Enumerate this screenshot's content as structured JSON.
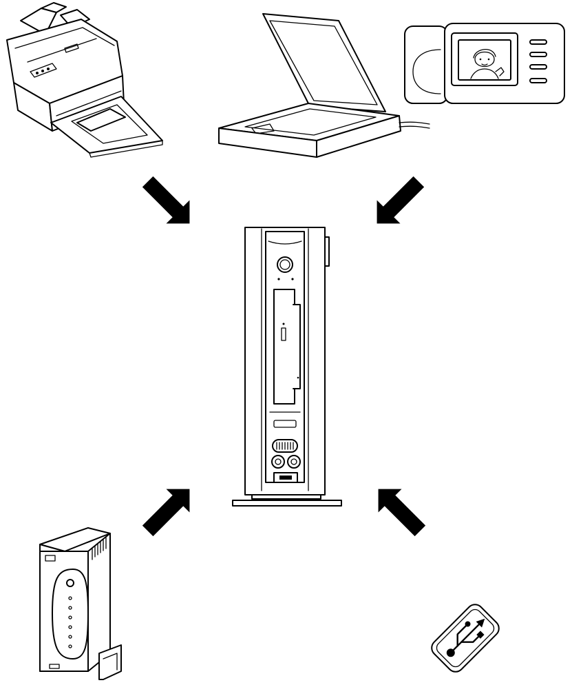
{
  "diagram": {
    "type": "usb-connection-illustration",
    "hub": "desktop-pc-tower",
    "devices": [
      {
        "name": "printer",
        "position": "top-left",
        "connects_to": "desktop-pc-tower"
      },
      {
        "name": "flatbed-scanner",
        "position": "top-center",
        "connects_to": "desktop-pc-tower"
      },
      {
        "name": "digital-camera",
        "position": "top-right",
        "connects_to": "desktop-pc-tower"
      },
      {
        "name": "external-drive",
        "position": "bottom-left",
        "connects_to": "desktop-pc-tower"
      },
      {
        "name": "usb-symbol",
        "position": "bottom-right",
        "connects_to": "desktop-pc-tower"
      }
    ],
    "colors": {
      "line": "#000000",
      "fill": "#ffffff",
      "arrow": "#000000"
    }
  }
}
